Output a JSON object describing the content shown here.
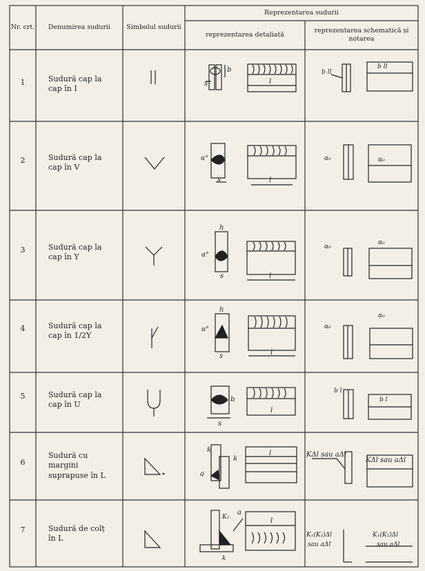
{
  "headers": {
    "nr": "Nr. crt.",
    "denumire": "Denumirea sudurii",
    "simbol": "Simbolul sudurii",
    "reprezentare": "Reprezentarea sudurii",
    "detaliata": "reprezentarea detaliată",
    "schematica": "reprezentarea schematică și notarea"
  },
  "rows": [
    {
      "nr": "1",
      "name": "Sudură cap la cap în I"
    },
    {
      "nr": "2",
      "name": "Sudură cap la cap în V"
    },
    {
      "nr": "3",
      "name": "Sudură cap la cap în Y"
    },
    {
      "nr": "4",
      "name": "Sudură cap la cap în 1/2Y"
    },
    {
      "nr": "5",
      "name": "Sudură cap la cap în U"
    },
    {
      "nr": "6",
      "name": "Sudură cu margini suprapuse în L"
    },
    {
      "nr": "7",
      "name": "Sudură de colț în L"
    }
  ],
  "labels": {
    "b": "b",
    "s": "s",
    "l": "l",
    "h": "h",
    "k": "k",
    "a": "a",
    "alpha": "α°",
    "alpha0": "α₀",
    "bl": "b l",
    "bll": "b ll",
    "l_r5": "l",
    "b_r5": "b",
    "note6": "KΔl sau aΔl",
    "note7a": "K₁(K₂)Δl",
    "note7b": "sau aΔl",
    "k1": "K₁",
    "k2": "K₂"
  }
}
